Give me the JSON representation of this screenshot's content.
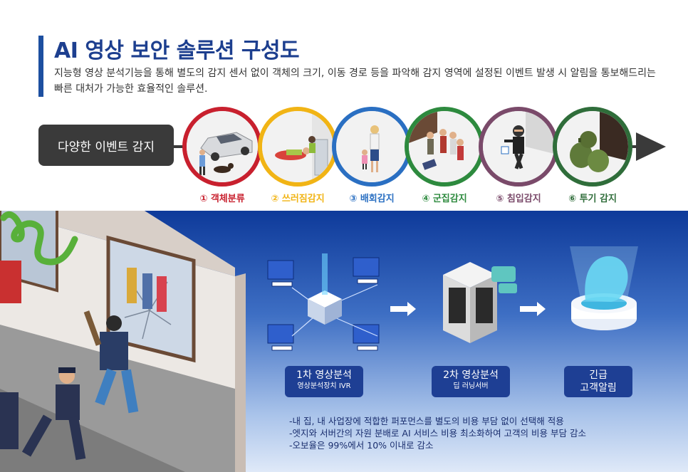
{
  "header": {
    "title": "AI 영상 보안 솔루션 구성도",
    "description": "지능형 영상 분석기능을 통해 별도의 감지 센서 없이 객체의 크기, 이동 경로 등을 파악해 감지 영역에 설정된 이벤트 발생 시 알림을 통보해드리는 빠른 대처가 가능한 효율적인 솔루션."
  },
  "events": {
    "label": "다양한 이벤트 감지",
    "items": [
      {
        "label": "① 객체분류",
        "color": "#c8202e"
      },
      {
        "label": "② 쓰러짐감지",
        "color": "#f1b415"
      },
      {
        "label": "③ 배회감지",
        "color": "#2a6fc2"
      },
      {
        "label": "④ 군집감지",
        "color": "#2d8a3e"
      },
      {
        "label": "⑤ 침입감지",
        "color": "#7a4a6a"
      },
      {
        "label": "⑥ 투기 감지",
        "color": "#2f6d3a"
      }
    ]
  },
  "flow": {
    "step1": {
      "title": "1차 영상분석",
      "subtitle": "영상분석장치 IVR"
    },
    "step2": {
      "title": "2차 영상분석",
      "subtitle": "딥 러닝서버"
    },
    "step3": {
      "title": "긴급",
      "subtitle": "고객알림"
    }
  },
  "bullets": [
    "-내 집, 내 사업장에 적합한 퍼포먼스를 별도의 비용 부담 없이 선택해 적용",
    "-엣지와 서버간의 자원 분배로 AI 서비스 비용 최소화하여 고객의 비용 부담 감소",
    "-오보율은 99%에서 10% 이내로 감소"
  ],
  "colors": {
    "title": "#1d3f8f",
    "dark": "#3a3a3a",
    "blue": "#0e3a9a"
  }
}
